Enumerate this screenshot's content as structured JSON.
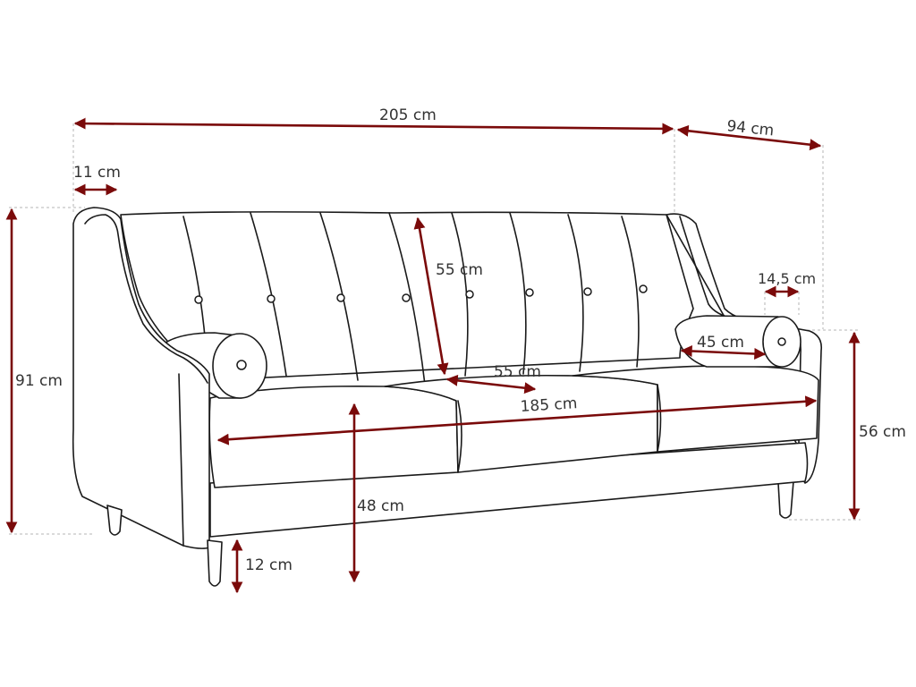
{
  "colors": {
    "dimension": "#7a0a0a",
    "outline": "#1a1a1a",
    "extension": "#b5b5b5"
  },
  "dimensions": {
    "total_width": "205 cm",
    "depth": "94 cm",
    "arm_width": "11 cm",
    "total_height": "91 cm",
    "back_height": "55 cm",
    "seat_depth": "55 cm",
    "seat_width": "185 cm",
    "seat_height": "48 cm",
    "leg_height": "12 cm",
    "arm_height": "56 cm",
    "bolster_diameter": "14,5 cm",
    "bolster_length": "45 cm"
  }
}
